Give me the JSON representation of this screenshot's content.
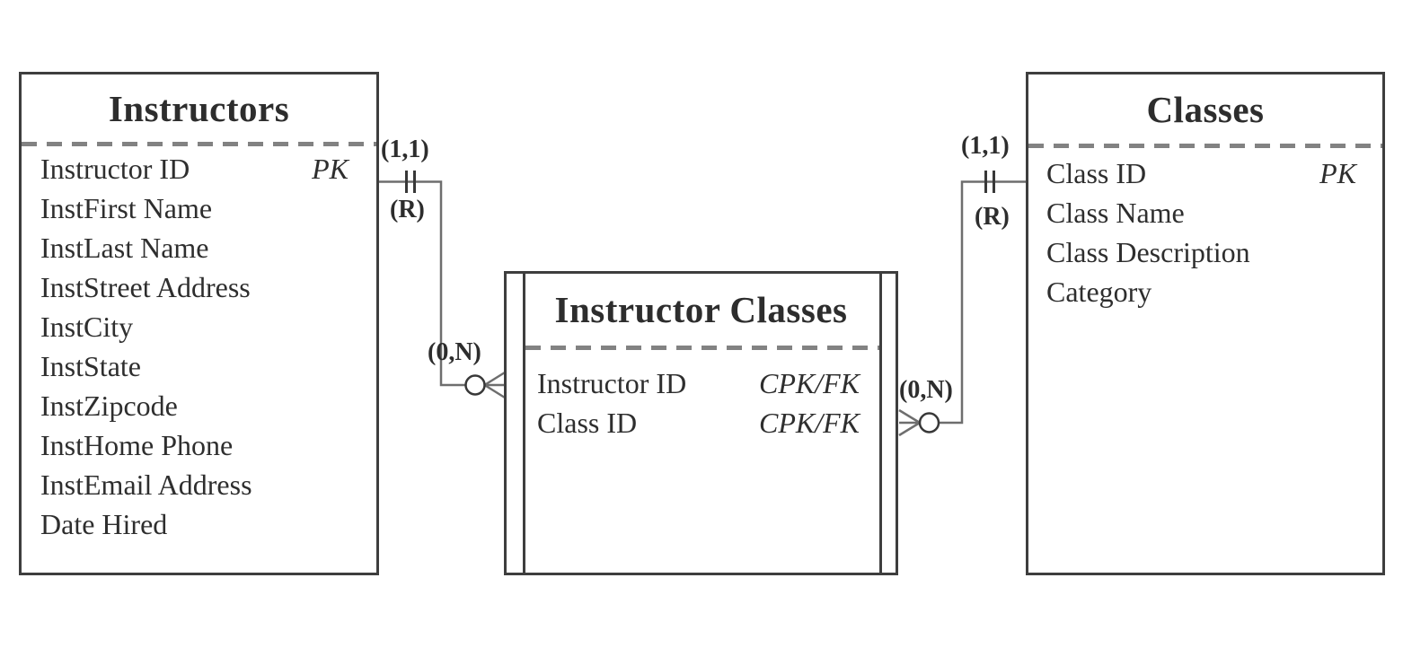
{
  "diagram_type": "entity-relationship-diagram",
  "colors": {
    "background": "#ffffff",
    "entity_border": "#3e3e3e",
    "separator_dash": "#828282",
    "connector_line": "#6e6e6e",
    "notation_stroke": "#383838",
    "text": "#2d2d2d"
  },
  "entities": [
    {
      "name": "Instructors",
      "attributes": [
        {
          "name": "Instructor ID",
          "key": "PK"
        },
        {
          "name": "InstFirst Name",
          "key": ""
        },
        {
          "name": "InstLast Name",
          "key": ""
        },
        {
          "name": "InstStreet Address",
          "key": ""
        },
        {
          "name": "InstCity",
          "key": ""
        },
        {
          "name": "InstState",
          "key": ""
        },
        {
          "name": "InstZipcode",
          "key": ""
        },
        {
          "name": "InstHome Phone",
          "key": ""
        },
        {
          "name": "InstEmail Address",
          "key": ""
        },
        {
          "name": "Date Hired",
          "key": ""
        }
      ]
    },
    {
      "name": "Instructor Classes",
      "attributes": [
        {
          "name": "Instructor ID",
          "key": "CPK/FK"
        },
        {
          "name": "Class ID",
          "key": "CPK/FK"
        }
      ]
    },
    {
      "name": "Classes",
      "attributes": [
        {
          "name": "Class ID",
          "key": "PK"
        },
        {
          "name": "Class Name",
          "key": ""
        },
        {
          "name": "Class Description",
          "key": ""
        },
        {
          "name": "Category",
          "key": ""
        }
      ]
    }
  ],
  "relationships": {
    "instructors_to_junction": {
      "one_cardinality": "(1,1)",
      "relationship_note": "(R)",
      "many_cardinality": "(0,N)"
    },
    "classes_to_junction": {
      "one_cardinality": "(1,1)",
      "relationship_note": "(R)",
      "many_cardinality": "(0,N)"
    }
  }
}
